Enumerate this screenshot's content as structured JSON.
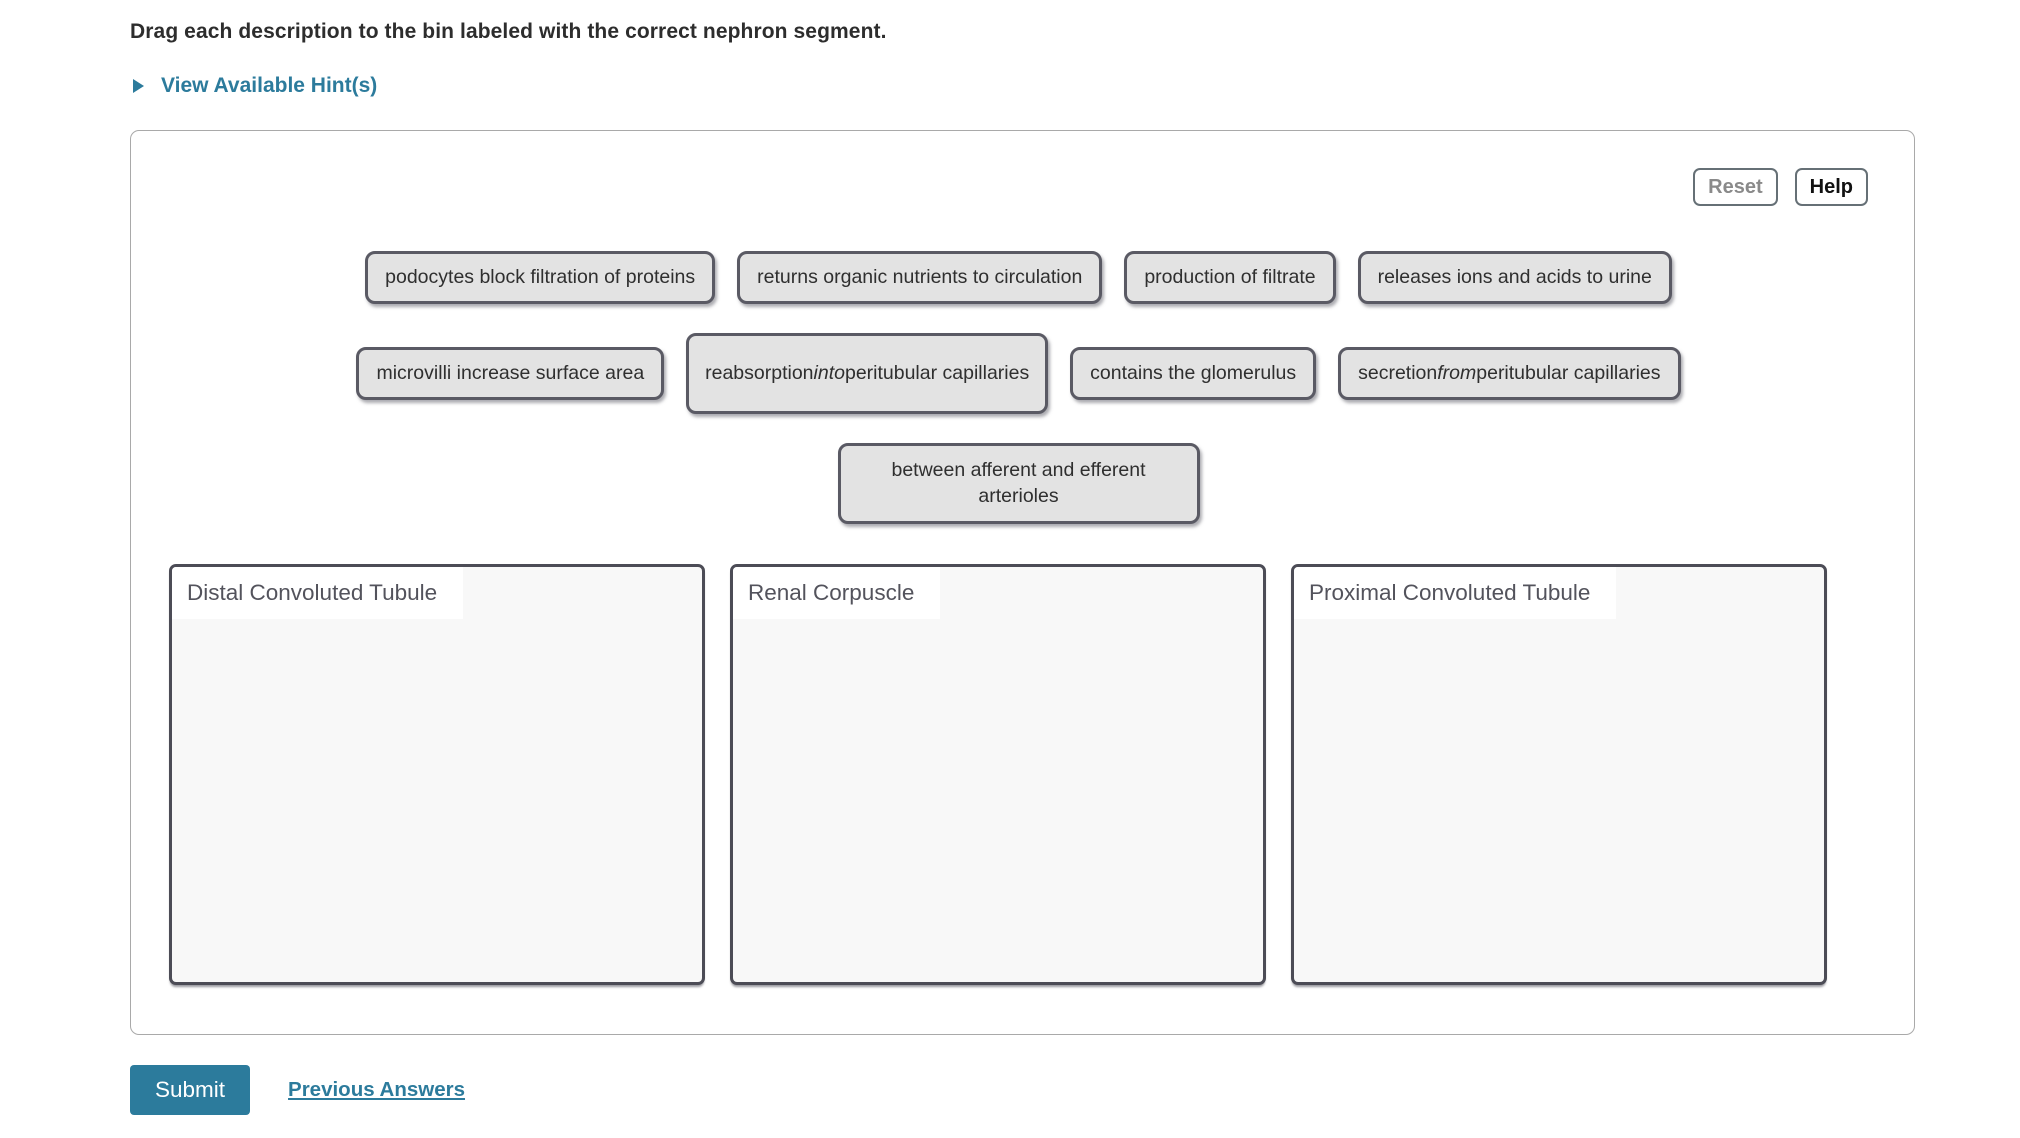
{
  "header": {
    "instruction": "Drag each description to the bin labeled with the correct nephron segment.",
    "hint_link": "View Available Hint(s)"
  },
  "panel": {
    "reset_label": "Reset",
    "help_label": "Help",
    "chip_rows": [
      [
        {
          "segments": [
            {
              "t": "podocytes block filtration of proteins"
            }
          ]
        },
        {
          "segments": [
            {
              "t": "returns organic nutrients to circulation"
            }
          ]
        },
        {
          "segments": [
            {
              "t": "production of filtrate"
            }
          ]
        },
        {
          "segments": [
            {
              "t": "releases ions and acids to urine"
            }
          ]
        }
      ],
      [
        {
          "segments": [
            {
              "t": "microvilli increase surface area"
            }
          ]
        },
        {
          "segments": [
            {
              "t": "reabsorption "
            },
            {
              "t": "into",
              "i": true
            },
            {
              "t": " peritubular capillaries"
            }
          ],
          "wrap": true
        },
        {
          "segments": [
            {
              "t": "contains the glomerulus"
            }
          ]
        },
        {
          "segments": [
            {
              "t": "secretion "
            },
            {
              "t": "from",
              "i": true
            },
            {
              "t": " peritubular capillaries"
            }
          ]
        }
      ],
      [
        {
          "segments": [
            {
              "t": "between afferent and efferent arterioles"
            }
          ],
          "wrap": true
        }
      ]
    ],
    "bins": [
      {
        "label": "Distal Convoluted Tubule"
      },
      {
        "label": "Renal Corpuscle"
      },
      {
        "label": "Proximal Convoluted Tubule"
      }
    ]
  },
  "footer": {
    "submit_label": "Submit",
    "previous_answers_label": "Previous Answers"
  },
  "colors": {
    "accent_teal": "#2c7b9c",
    "chip_bg": "#e3e3e3",
    "chip_border": "#5a5a64",
    "chip_text": "#2f2f2f",
    "bin_border": "#4c4c56",
    "bin_bg": "#f8f8f8",
    "bin_label_text": "#53535c",
    "panel_border": "#a9a9a9",
    "heading_text": "#2d2d2d",
    "reset_text": "#8a8a8a",
    "help_text": "#111111",
    "button_border": "#667076"
  }
}
